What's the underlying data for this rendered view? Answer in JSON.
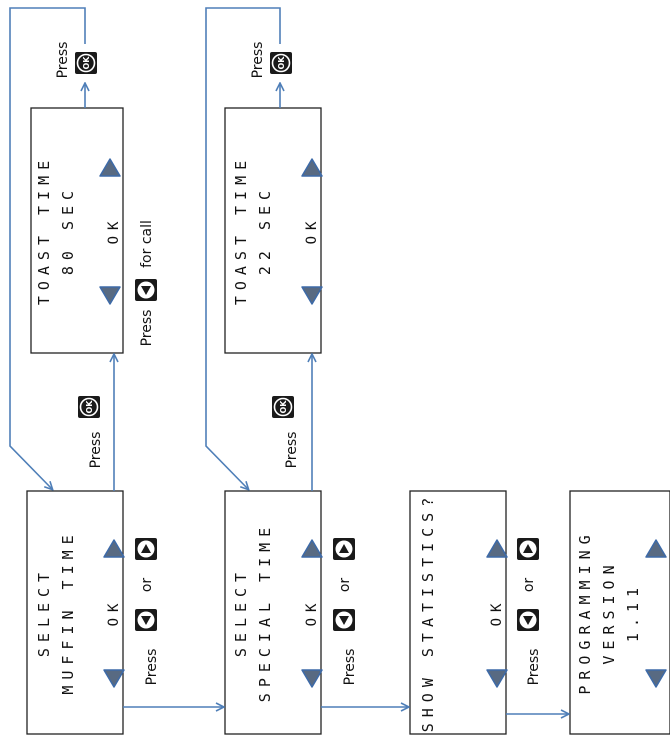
{
  "colors": {
    "box_border": "#222222",
    "arrow": "#4f7fb8",
    "triangle_fill": "#586a82",
    "triangle_stroke": "#3d6aa8",
    "button_fill": "#1a1a1a",
    "text": "#111111"
  },
  "screens": {
    "muffin": {
      "line1": "SELECT",
      "line2": "MUFFIN TIME",
      "ok": "OK"
    },
    "special": {
      "line1": "SELECT",
      "line2": "SPECIAL TIME",
      "ok": "OK"
    },
    "stats": {
      "line1": "SHOW STATISTICS?",
      "ok": "OK"
    },
    "prog": {
      "line1": "PROGRAMMING",
      "line2": "VERSION",
      "line3": "1.11"
    },
    "toast80": {
      "line1": "TOAST TIME",
      "line2": "80 SEC",
      "ok": "OK"
    },
    "toast22": {
      "line1": "TOAST TIME",
      "line2": "22 SEC",
      "ok": "OK"
    }
  },
  "labels": {
    "press": "Press",
    "or": "or",
    "for_call": "for call",
    "ok_button": "OK"
  },
  "icons": [
    "up-arrow-icon",
    "down-arrow-icon",
    "ok-button-icon",
    "up-button-icon",
    "down-button-icon"
  ]
}
